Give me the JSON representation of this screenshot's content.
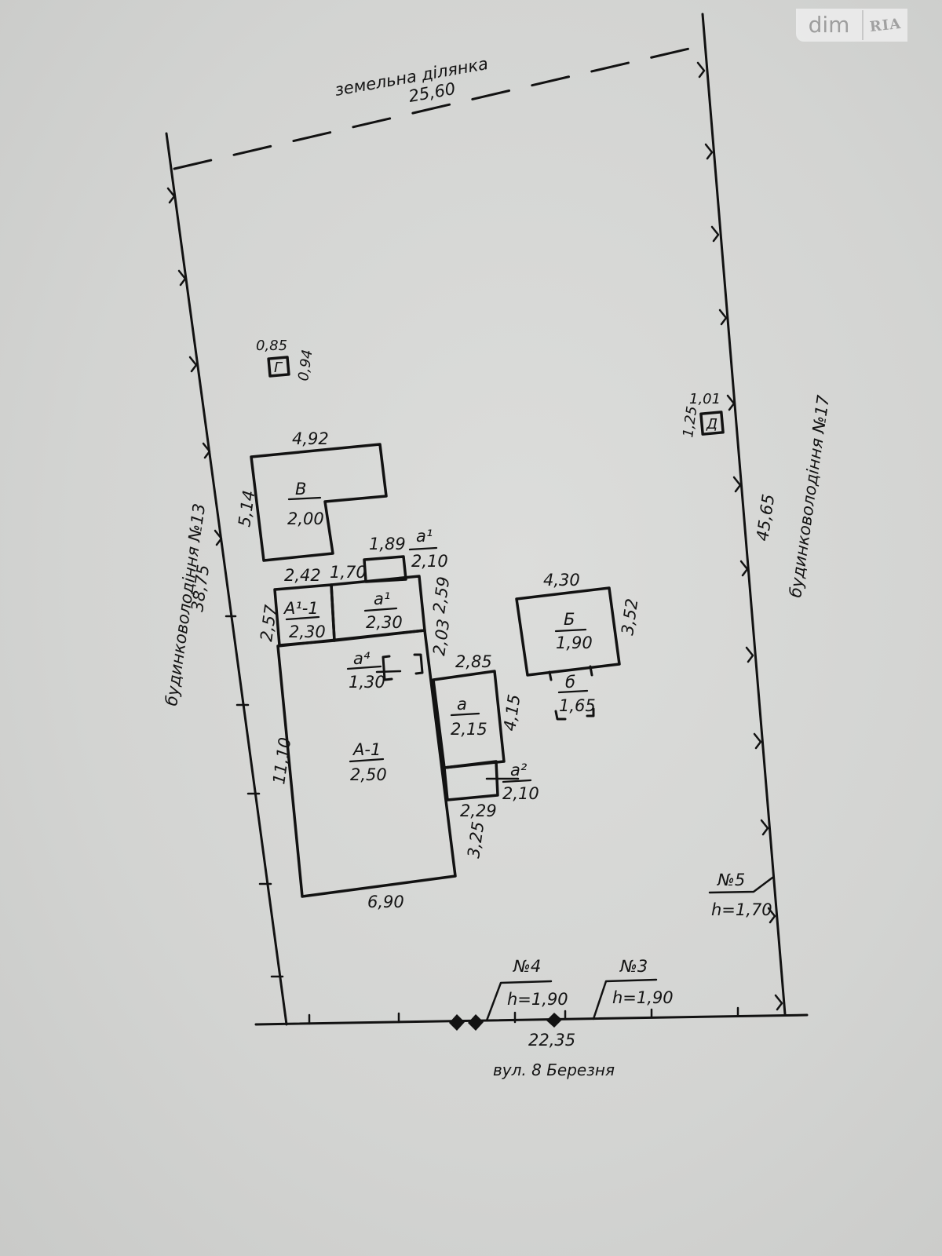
{
  "watermark": {
    "brand_left": "dim",
    "brand_right": "RIA"
  },
  "plot": {
    "title": "земельна ділянка",
    "top_length": "25,60",
    "left_length": "38,75",
    "right_length": "45,65",
    "bottom_length": "22,35",
    "street": "вул. 8 Березня",
    "left_neighbor": "будинковолодіння №13",
    "right_neighbor": "будинковолодіння №17"
  },
  "buildings": {
    "V": {
      "label": "В",
      "height": "2,00",
      "width": "4,92",
      "depth": "5,14"
    },
    "A1_1": {
      "label": "А¹-1",
      "height": "2,30",
      "width": "2,42",
      "depth": "2,57"
    },
    "a1": {
      "label": "а¹",
      "height": "2,30",
      "width": "1,70",
      "depth": "2,59"
    },
    "a1_small": {
      "label": "а¹",
      "height": "2,10",
      "width": "1,89"
    },
    "a4": {
      "label": "а⁴",
      "height": "1,30"
    },
    "A_1": {
      "label": "А-1",
      "height": "2,50",
      "width": "6,90",
      "depth": "11,10",
      "side_a": "2,03",
      "side_b": "3,25"
    },
    "a": {
      "label": "а",
      "height": "2,15",
      "width": "2,85",
      "depth": "4,15"
    },
    "a2": {
      "label": "а²",
      "height": "2,10",
      "width": "2,29"
    },
    "B": {
      "label": "Б",
      "height": "1,90",
      "width": "4,30",
      "depth": "3,52"
    },
    "b": {
      "label": "б",
      "height": "1,65"
    },
    "G": {
      "label": "Г",
      "width": "0,85",
      "depth": "0,94"
    },
    "D": {
      "label": "Д",
      "width": "1,01",
      "depth": "1,25"
    }
  },
  "fences": [
    {
      "no": "№3",
      "height": "h=1,90"
    },
    {
      "no": "№4",
      "height": "h=1,90"
    },
    {
      "no": "№5",
      "height": "h=1,70"
    }
  ]
}
